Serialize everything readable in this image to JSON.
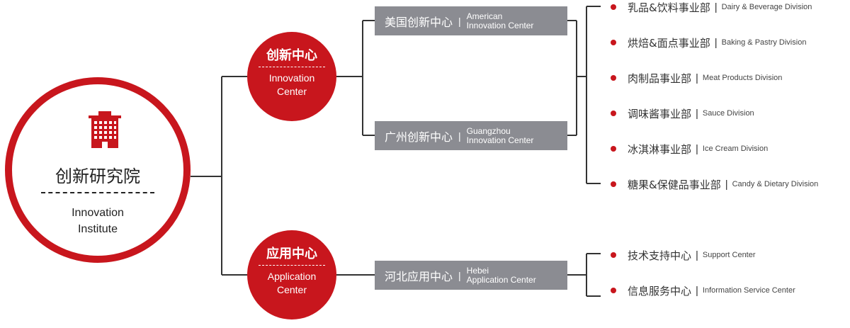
{
  "colors": {
    "accent": "#c8161d",
    "box_gray": "#8b8c92",
    "line": "#333333"
  },
  "root": {
    "icon": "building-icon",
    "title_zh": "创新研究院",
    "title_en": "Innovation\nInstitute"
  },
  "innovation": {
    "title_zh": "创新中心",
    "title_en": "Innovation\nCenter",
    "centers": [
      {
        "zh": "美国创新中心",
        "sep": "|",
        "en": "American\nInnovation Center"
      },
      {
        "zh": "广州创新中心",
        "sep": "|",
        "en": "Guangzhou\nInnovation Center"
      }
    ],
    "divisions": [
      {
        "zh": "乳品&饮料事业部",
        "sep": "|",
        "en": "Dairy & Beverage Division"
      },
      {
        "zh": "烘焙&面点事业部",
        "sep": "|",
        "en": "Baking & Pastry Division"
      },
      {
        "zh": "肉制品事业部",
        "sep": "|",
        "en": "Meat Products Division"
      },
      {
        "zh": "调味酱事业部",
        "sep": "|",
        "en": "Sauce Division"
      },
      {
        "zh": "冰淇淋事业部",
        "sep": "|",
        "en": "Ice Cream Division"
      },
      {
        "zh": "糖果&保健品事业部",
        "sep": "|",
        "en": "Candy & Dietary Division"
      }
    ]
  },
  "application": {
    "title_zh": "应用中心",
    "title_en": "Application\nCenter",
    "centers": [
      {
        "zh": "河北应用中心",
        "sep": "|",
        "en": "Hebei\nApplication Center"
      }
    ],
    "divisions": [
      {
        "zh": "技术支持中心",
        "sep": "|",
        "en": "Support Center"
      },
      {
        "zh": "信息服务中心",
        "sep": "|",
        "en": "Information Service Center"
      }
    ]
  }
}
